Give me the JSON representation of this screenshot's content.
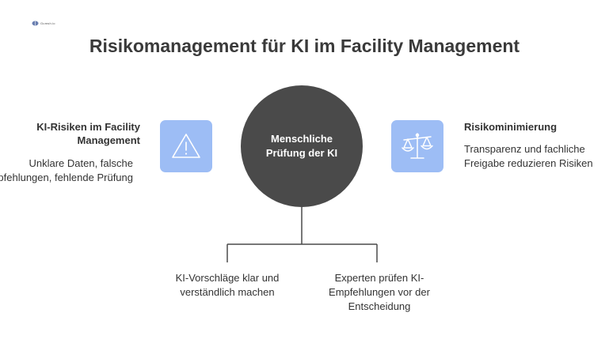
{
  "logo": {
    "text": "Gumsh.io",
    "icon": "brain-logo-icon"
  },
  "title": "Risikomanagement für KI im Facility Management",
  "center": {
    "label": "Menschliche Prüfung der KI"
  },
  "left": {
    "heading": "KI-Risiken im Facility Management",
    "body": "Unklare Daten, falsche Empfehlungen, fehlende Prüfung",
    "icon": "warning-triangle-icon"
  },
  "right": {
    "heading": "Risikominimierung",
    "body": "Transparenz und fachliche Freigabe reduzieren Risiken",
    "icon": "balance-scale-icon"
  },
  "bottom": {
    "left": "KI-Vorschläge klar und verständlich machen",
    "right": "Experten prüfen KI-Empfehlungen vor der Entscheidung"
  },
  "colors": {
    "icon_box": "#9dbdf5",
    "circle": "#4a4a4a",
    "connector": "#4a4a4a",
    "text": "#333333"
  }
}
